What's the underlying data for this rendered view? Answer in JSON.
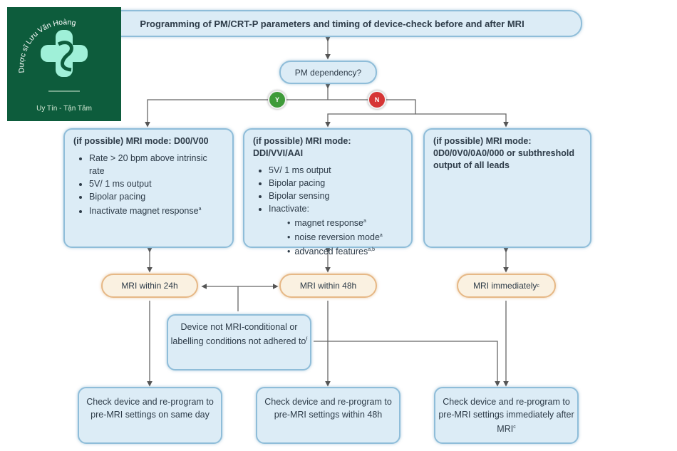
{
  "logo": {
    "brand_text": "Dược sĩ Lưu Văn Hoàng",
    "tagline": "Uy Tín - Tận Tâm",
    "colors": {
      "background": "#0d5c3c",
      "accent": "#9ff0d8"
    }
  },
  "title": "Programming of PM/CRT-P parameters and timing of device-check before and after MRI",
  "dependency": {
    "question": "PM dependency?",
    "yes_badge": "Y",
    "no_badge": "N"
  },
  "modes": [
    {
      "heading": "(if possible) MRI mode: D00/V00",
      "items": [
        "Rate > 20 bpm above intrinsic rate",
        "5V/ 1 ms output",
        "Bipolar pacing",
        "Inactivate magnet response"
      ],
      "note_marks": [
        "",
        "",
        "",
        "a"
      ]
    },
    {
      "heading": "(if possible) MRI mode: DDI/VVI/AAI",
      "items": [
        "5V/ 1 ms output",
        "Bipolar pacing",
        "Bipolar sensing",
        "Inactivate:"
      ],
      "subitems": [
        "magnet response",
        "noise reversion mode",
        "advanced features"
      ],
      "sub_note_marks": [
        "a",
        "a",
        "a,b"
      ]
    },
    {
      "heading": "(if possible) MRI mode: 0D0/0V0/0A0/000 or subthreshold output of all leads"
    }
  ],
  "timing": [
    {
      "label": "MRI within 24h",
      "mark": ""
    },
    {
      "label": "MRI within 48h",
      "mark": ""
    },
    {
      "label": "MRI immediately",
      "mark": "c"
    }
  ],
  "not_conditional": {
    "label": "Device not MRI-conditional or labelling conditions not adhered to",
    "mark": "f"
  },
  "checks": [
    {
      "label": "Check device and re-program to pre-MRI settings on same day",
      "mark": ""
    },
    {
      "label": "Check device and re-program to pre-MRI settings within 48h",
      "mark": ""
    },
    {
      "label": "Check device and re-program to pre-MRI settings immediately after MRI",
      "mark": "c"
    }
  ]
}
